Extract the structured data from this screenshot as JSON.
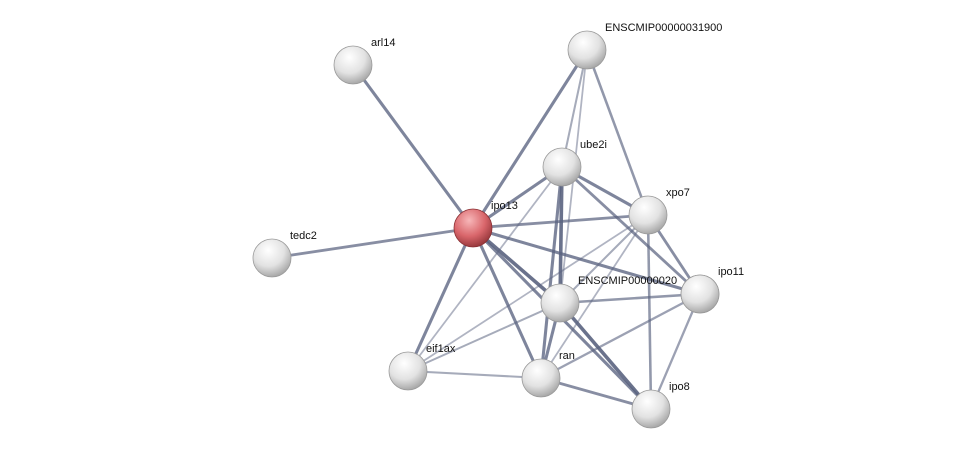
{
  "network": {
    "query_color": "#d9666b",
    "node_color": "#e6e6e6",
    "edge_color": "#5a6380",
    "nodes": [
      {
        "id": "arl14",
        "label": "arl14",
        "query": false
      },
      {
        "id": "ens31900",
        "label": "ENSCMIP00000031900",
        "query": false
      },
      {
        "id": "ube2i",
        "label": "ube2i",
        "query": false
      },
      {
        "id": "xpo7",
        "label": "xpo7",
        "query": false
      },
      {
        "id": "ipo13",
        "label": "ipo13",
        "query": true
      },
      {
        "id": "tedc2",
        "label": "tedc2",
        "query": false
      },
      {
        "id": "ens20",
        "label": "ENSCMIP00000020",
        "query": false
      },
      {
        "id": "ipo11",
        "label": "ipo11",
        "query": false
      },
      {
        "id": "eif1ax",
        "label": "eif1ax",
        "query": false
      },
      {
        "id": "ran",
        "label": "ran",
        "query": false
      },
      {
        "id": "ipo8",
        "label": "ipo8",
        "query": false
      }
    ],
    "edges": [
      [
        "ipo13",
        "arl14",
        0.8
      ],
      [
        "ipo13",
        "tedc2",
        0.7
      ],
      [
        "ipo13",
        "ens31900",
        0.8
      ],
      [
        "ipo13",
        "ube2i",
        0.8
      ],
      [
        "ipo13",
        "xpo7",
        0.7
      ],
      [
        "ipo13",
        "ipo11",
        0.8
      ],
      [
        "ipo13",
        "ens20",
        1.0
      ],
      [
        "ipo13",
        "ipo8",
        0.8
      ],
      [
        "ipo13",
        "ran",
        0.8
      ],
      [
        "ipo13",
        "eif1ax",
        0.8
      ],
      [
        "ens31900",
        "ube2i",
        0.4
      ],
      [
        "ens31900",
        "xpo7",
        0.6
      ],
      [
        "ens31900",
        "ens20",
        0.3
      ],
      [
        "ube2i",
        "xpo7",
        0.8
      ],
      [
        "ube2i",
        "ipo11",
        0.7
      ],
      [
        "ube2i",
        "ens20",
        1.0
      ],
      [
        "ube2i",
        "ran",
        0.8
      ],
      [
        "ube2i",
        "eif1ax",
        0.3
      ],
      [
        "xpo7",
        "ipo11",
        0.7
      ],
      [
        "xpo7",
        "ens20",
        0.4
      ],
      [
        "xpo7",
        "ipo8",
        0.6
      ],
      [
        "xpo7",
        "eif1ax",
        0.3
      ],
      [
        "xpo7",
        "ran",
        0.3
      ],
      [
        "ipo11",
        "ens20",
        0.6
      ],
      [
        "ipo11",
        "ran",
        0.5
      ],
      [
        "ipo11",
        "ipo8",
        0.5
      ],
      [
        "ens20",
        "eif1ax",
        0.4
      ],
      [
        "ens20",
        "ran",
        0.8
      ],
      [
        "ens20",
        "ipo8",
        1.0
      ],
      [
        "eif1ax",
        "ran",
        0.4
      ],
      [
        "ran",
        "ipo8",
        0.7
      ]
    ]
  }
}
